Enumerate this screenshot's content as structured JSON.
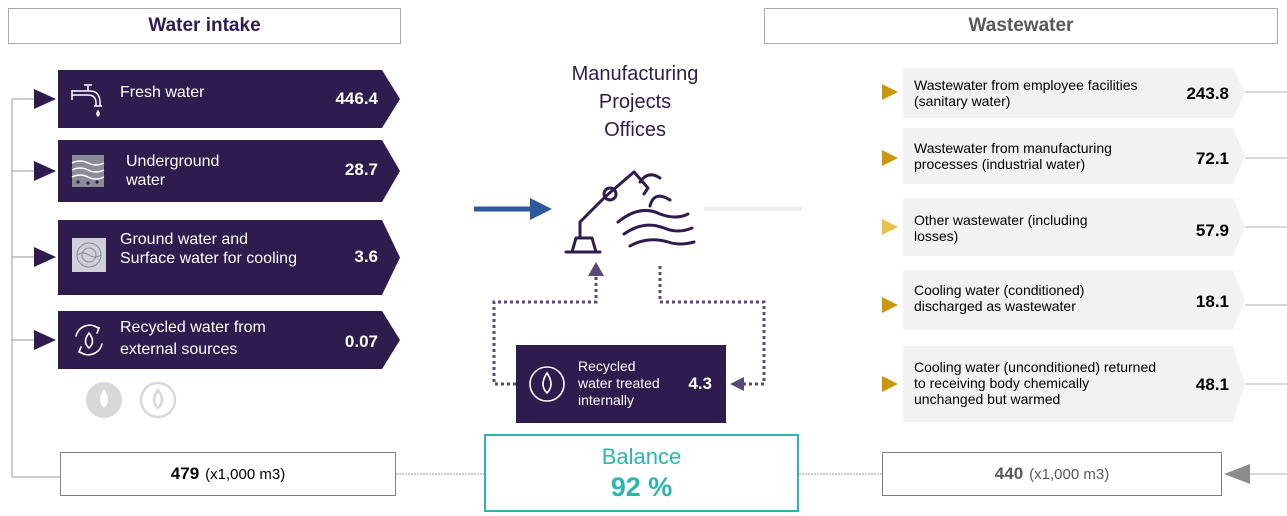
{
  "header": {
    "left_title": "Water intake",
    "right_title": "Wastewater"
  },
  "intake": [
    {
      "label": "Fresh water",
      "value": "446.4",
      "icon": "faucet-icon"
    },
    {
      "label": "Underground water",
      "value": "28.7",
      "icon": "underground-water-icon"
    },
    {
      "label": "Ground water and Surface water for cooling",
      "value": "3.6",
      "icon": "surface-water-icon"
    },
    {
      "label": "Recycled water from external sources",
      "value": "0.07",
      "icon": "recycle-water-icon"
    }
  ],
  "center": {
    "title_lines": [
      "Manufacturing",
      "Projects",
      "Offices"
    ],
    "icon": "robot-arm-water-icon"
  },
  "recycled_internal": {
    "label": "Recycled water treated internally",
    "value": "4.3",
    "icon": "water-drop-icon"
  },
  "wastewater": [
    {
      "label": "Wastewater from employee facilities (sanitary water)",
      "value": "243.8"
    },
    {
      "label": "Wastewater from manufacturing processes (industrial water)",
      "value": "72.1"
    },
    {
      "label": "Other wastewater (including losses)",
      "value": "57.9"
    },
    {
      "label": "Cooling water (conditioned) discharged as wastewater",
      "value": "18.1"
    },
    {
      "label": "Cooling water (unconditioned) returned to receiving body chemically unchanged but warmed",
      "value": "48.1"
    }
  ],
  "totals": {
    "intake_value": "479",
    "intake_unit": "(x1,000 m3)",
    "wastewater_value": "440",
    "wastewater_unit": "(x1,000 m3)"
  },
  "balance": {
    "label": "Balance",
    "value": "92 %"
  },
  "colors": {
    "purple": "#2f1c4f",
    "teal": "#2bb5b0",
    "gold": "#c9960c",
    "blue": "#2e5a9c",
    "gray_box": "#f2f2f2"
  }
}
